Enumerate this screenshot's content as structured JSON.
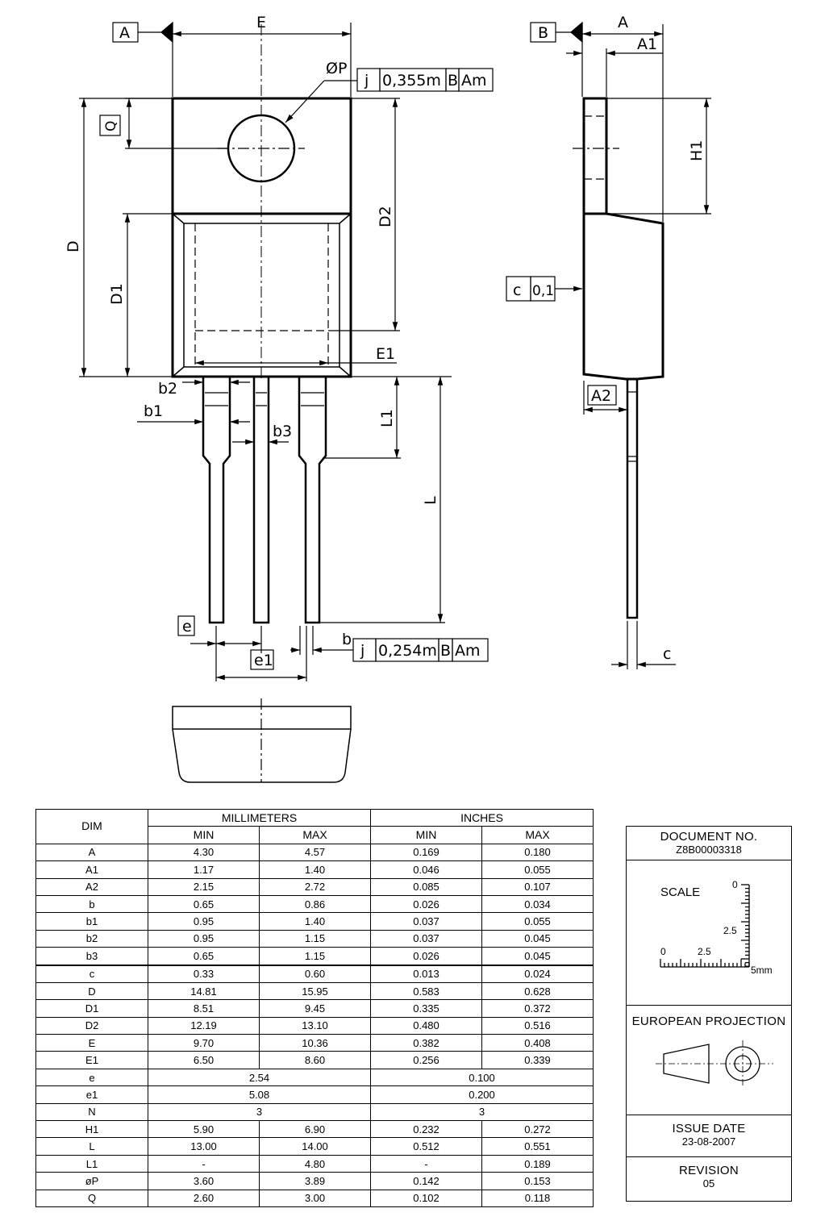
{
  "drawing": {
    "datum_a": "A",
    "datum_b": "B",
    "label_E": "E",
    "label_phiP": "ØP",
    "tol_hole": {
      "sym": "j",
      "val": "0,355m",
      "ref1": "B",
      "ref2": "Am"
    },
    "label_Q": "Q",
    "label_D": "D",
    "label_D1": "D1",
    "label_D2": "D2",
    "label_E1": "E1",
    "label_b2": "b2",
    "label_b1": "b1",
    "label_b3": "b3",
    "label_L1": "L1",
    "label_L": "L",
    "label_e": "e",
    "label_e1": "e1",
    "label_b": "b",
    "tol_lead": {
      "sym": "j",
      "val": "0,254m",
      "ref1": "B",
      "ref2": "Am"
    },
    "label_A": "A",
    "label_A1": "A1",
    "label_H1": "H1",
    "flat": {
      "sym": "c",
      "val": "0,1"
    },
    "label_A2": "A2",
    "label_c": "c"
  },
  "table": {
    "dim_header": "DIM",
    "mm_header": "MILLIMETERS",
    "in_header": "INCHES",
    "min": "MIN",
    "max": "MAX",
    "rows": [
      [
        "A",
        "4.30",
        "4.57",
        "0.169",
        "0.180"
      ],
      [
        "A1",
        "1.17",
        "1.40",
        "0.046",
        "0.055"
      ],
      [
        "A2",
        "2.15",
        "2.72",
        "0.085",
        "0.107"
      ],
      [
        "b",
        "0.65",
        "0.86",
        "0.026",
        "0.034"
      ],
      [
        "b1",
        "0.95",
        "1.40",
        "0.037",
        "0.055"
      ],
      [
        "b2",
        "0.95",
        "1.15",
        "0.037",
        "0.045"
      ],
      [
        "b3",
        "0.65",
        "1.15",
        "0.026",
        "0.045"
      ],
      [
        "c",
        "0.33",
        "0.60",
        "0.013",
        "0.024"
      ],
      [
        "D",
        "14.81",
        "15.95",
        "0.583",
        "0.628"
      ],
      [
        "D1",
        "8.51",
        "9.45",
        "0.335",
        "0.372"
      ],
      [
        "D2",
        "12.19",
        "13.10",
        "0.480",
        "0.516"
      ],
      [
        "E",
        "9.70",
        "10.36",
        "0.382",
        "0.408"
      ],
      [
        "E1",
        "6.50",
        "8.60",
        "0.256",
        "0.339"
      ],
      [
        "e",
        "2.54",
        "",
        "0.100",
        ""
      ],
      [
        "e1",
        "5.08",
        "",
        "0.200",
        ""
      ],
      [
        "N",
        "3",
        "",
        "3",
        ""
      ],
      [
        "H1",
        "5.90",
        "6.90",
        "0.232",
        "0.272"
      ],
      [
        "L",
        "13.00",
        "14.00",
        "0.512",
        "0.551"
      ],
      [
        "L1",
        "-",
        "4.80",
        "-",
        "0.189"
      ],
      [
        "øP",
        "3.60",
        "3.89",
        "0.142",
        "0.153"
      ],
      [
        "Q",
        "2.60",
        "3.00",
        "0.102",
        "0.118"
      ]
    ]
  },
  "title_block": {
    "doc_label": "DOCUMENT NO.",
    "doc_value": "Z8B00003318",
    "scale_label": "SCALE",
    "scale_0_v": "0",
    "scale_25_v": "2.5",
    "scale_0_h": "0",
    "scale_25_h": "2.5",
    "scale_5mm": "5mm",
    "projection": "EUROPEAN PROJECTION",
    "issue_label": "ISSUE DATE",
    "issue_value": "23-08-2007",
    "revision_label": "REVISION",
    "revision_value": "05"
  }
}
